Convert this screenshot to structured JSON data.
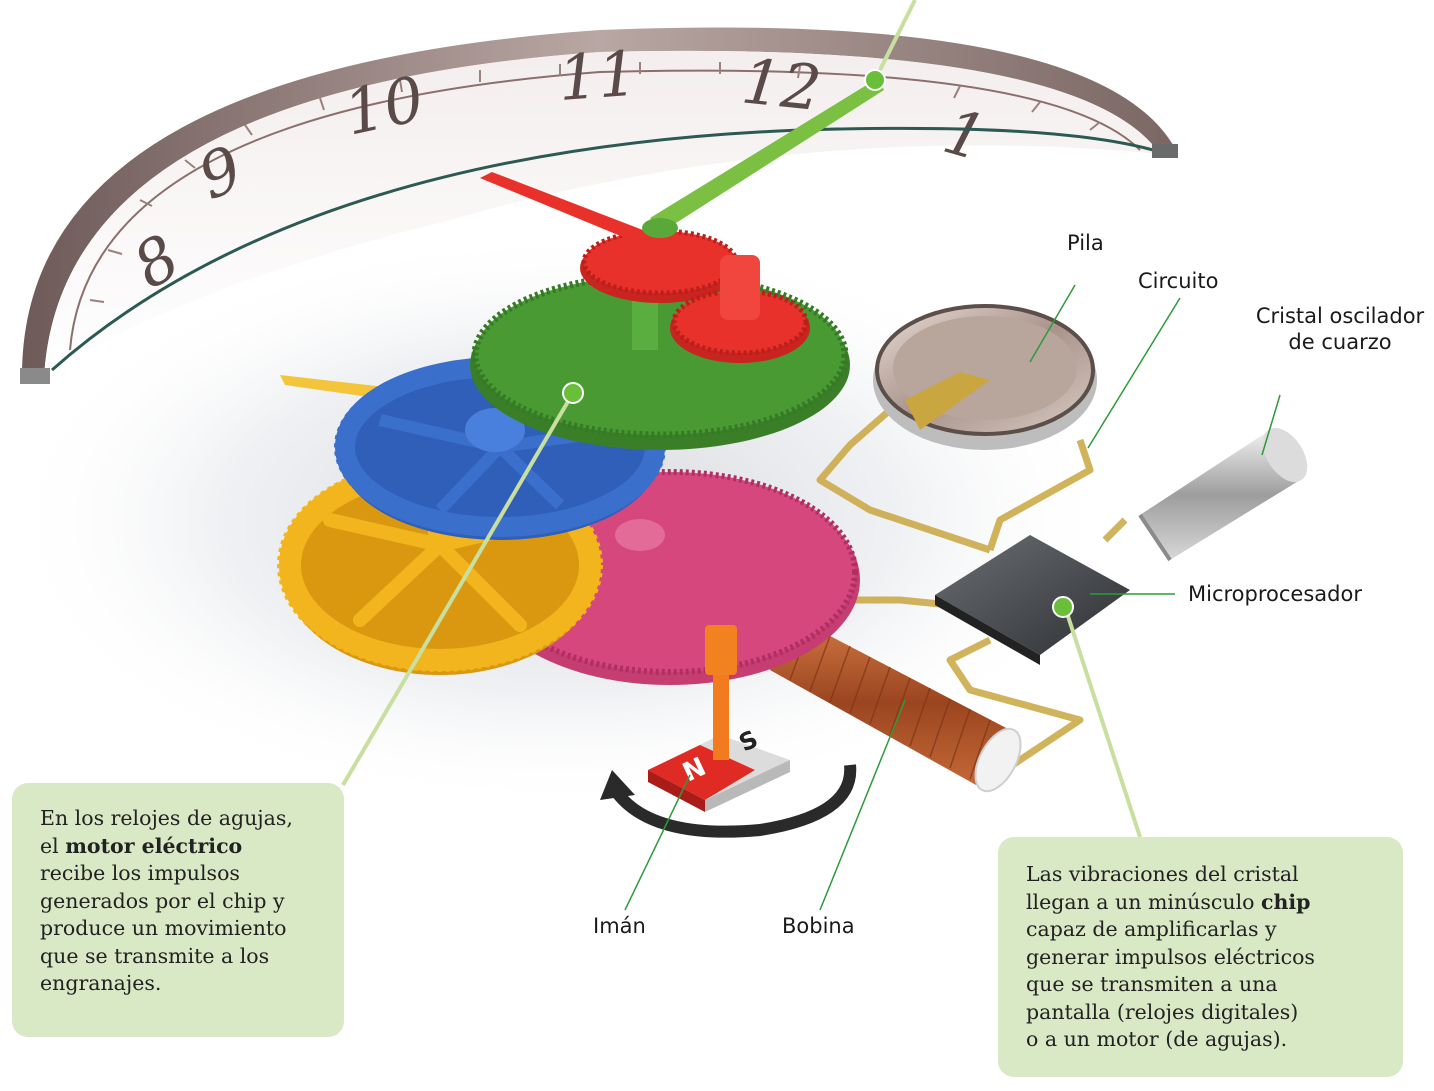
{
  "labels": {
    "pila": "Pila",
    "circuito": "Circuito",
    "cristal_line1": "Cristal oscilador",
    "cristal_line2": "de cuarzo",
    "microprocesador": "Microprocesador",
    "iman": "Imán",
    "bobina": "Bobina"
  },
  "dial_numbers": [
    "8",
    "9",
    "10",
    "11",
    "12",
    "1"
  ],
  "magnet": {
    "north": "N",
    "south": "S"
  },
  "callout_left": {
    "line1": "En los relojes de agujas,",
    "line2_pre": "el ",
    "line2_bold": "motor eléctrico",
    "line3": "recibe los impulsos",
    "line4": "generados por el chip y",
    "line5": "produce un movimiento",
    "line6": "que se transmite a los",
    "line7": "engranajes."
  },
  "callout_right": {
    "line1": "Las vibraciones del cristal",
    "line2_pre": "llegan a un minúsculo ",
    "line2_bold": "chip",
    "line3": "capaz de amplificarlas y",
    "line4": "generar impulsos eléctricos",
    "line5": "que se transmiten a una",
    "line6": "pantalla (relojes digitales)",
    "line7": "o a un motor (de agujas)."
  },
  "colors": {
    "callout_bg": "#d9e8c5",
    "leader_green": "#2e9a3c",
    "dot_green": "#6abf3a",
    "gear_red": "#e8312a",
    "gear_green": "#4a9a34",
    "gear_blue": "#3b6fcc",
    "gear_yellow": "#f2b51d",
    "gear_pink": "#d6477e",
    "coil_copper": "#b4582a"
  }
}
